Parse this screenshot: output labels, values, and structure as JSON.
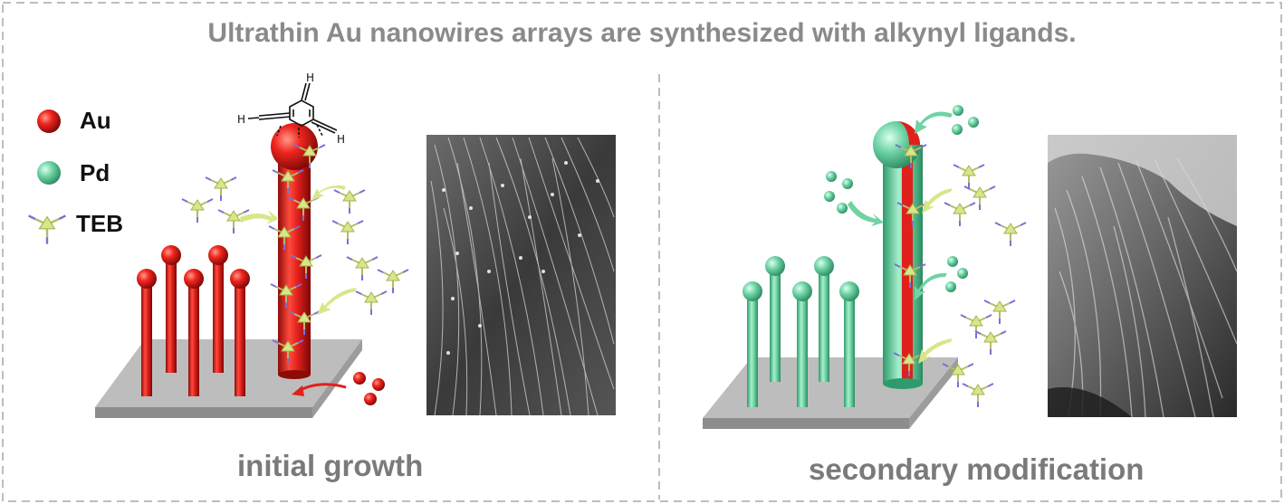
{
  "title": "Ultrathin Au nanowires arrays are synthesized with alkynyl ligands.",
  "panels": {
    "left": {
      "caption": "initial growth"
    },
    "right": {
      "caption": "secondary modification"
    }
  },
  "legend": {
    "au": "Au",
    "pd": "Pd",
    "teb": "TEB"
  },
  "molecule": {
    "atom_h": "H"
  },
  "colors": {
    "au": "#e0201c",
    "pd": "#6fd3a4",
    "teb": "#d8e68a",
    "ligand_n": "#7a6fd8",
    "substrate": "#b3b3b3",
    "border": "#bdbdbd",
    "text_gray": "#8a8a8a"
  }
}
